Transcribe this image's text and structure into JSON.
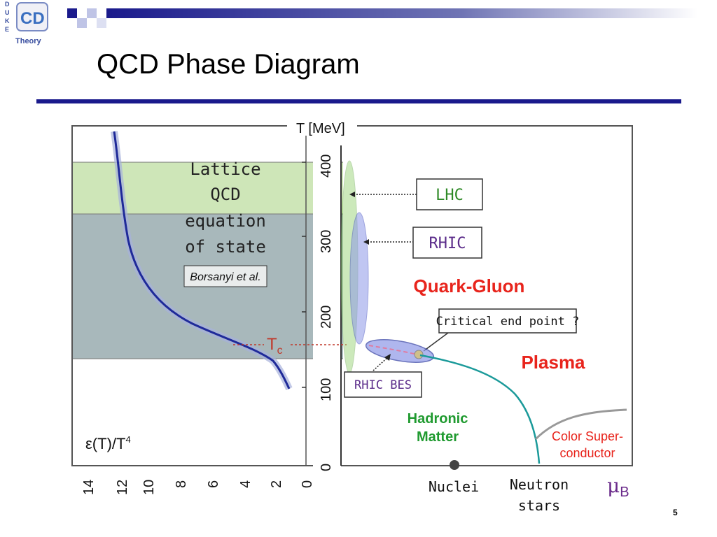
{
  "slide": {
    "title": "QCD Phase Diagram",
    "page_number": "5",
    "accent_color": "#1a1a8c"
  },
  "logo": {
    "letters": [
      "D",
      "U",
      "K",
      "E"
    ],
    "word": "Theory",
    "mark": "CD"
  },
  "diagram": {
    "axis_label_T": "T [MeV]",
    "t_ticks": [
      "0",
      "100",
      "200",
      "300",
      "400"
    ],
    "eps_ticks": [
      "14",
      "12",
      "10",
      "8",
      "6",
      "4",
      "2",
      "0"
    ],
    "eps_label_main": "ε(T)/T",
    "eps_label_sup": "4",
    "lattice_lines": [
      "Lattice",
      "QCD",
      "equation",
      "of state"
    ],
    "citation": "Borsanyi et al.",
    "tc_label_main": "T",
    "tc_label_sub": "c",
    "lhc_label": "LHC",
    "rhic_label": "RHIC",
    "qgp_line1": "Quark-Gluon",
    "qgp_line2": "Plasma",
    "critical_label": "Critical end point ?",
    "rhic_bes_label": "RHIC BES",
    "hadronic_line1": "Hadronic",
    "hadronic_line2": "Matter",
    "color_sc_line1": "Color Super-",
    "color_sc_line2": "conductor",
    "nuclei_label": "Nuclei",
    "neutron_line1": "Neutron",
    "neutron_line2": "stars",
    "mu_label": "μ",
    "mu_sub": "B",
    "colors": {
      "lhc_band": "#c9e3b0",
      "rhic_band": "#9fb0b4",
      "eos_curve": "#1f2a99",
      "qgp_text": "#e8241c",
      "hadronic_text": "#1f9a2f",
      "phase_boundary": "#1b9a9a",
      "color_sc_text": "#e8241c",
      "lhc_text": "#2f8a27",
      "rhic_text": "#5b2c8a",
      "lhc_ellipse": "#8fcf6a",
      "rhic_ellipse": "#8e98e8",
      "tc_line": "#c0392b"
    }
  }
}
